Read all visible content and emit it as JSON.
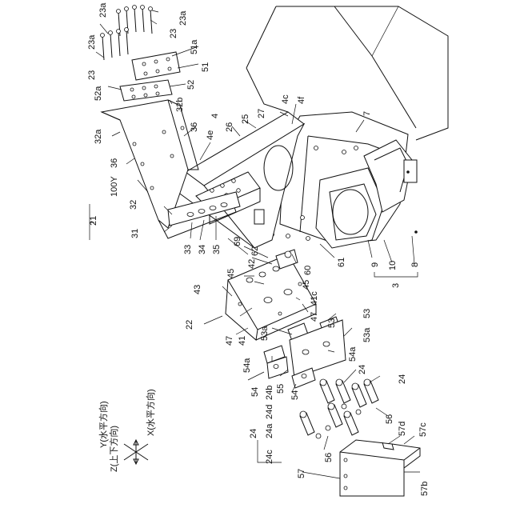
{
  "labels": {
    "l23a_top": "23a",
    "l23a_right": "23a",
    "l23_right": "23",
    "l23a_left": "23a",
    "l23_left": "23",
    "l51a": "51a",
    "l51": "51",
    "l52a": "52a",
    "l52": "52",
    "l32b": "32b",
    "l32a": "32a",
    "l36a": "36",
    "l36b": "36",
    "l100Y": "100Y",
    "l4e": "4e",
    "l26": "26",
    "l25": "25",
    "l4": "4",
    "l27": "27",
    "l4c": "4c",
    "l4f": "4f",
    "l7": "7",
    "l21": "21",
    "l32": "32",
    "l31": "31",
    "l33": "33",
    "l34": "34",
    "l35": "35",
    "l69": "69",
    "l62": "62",
    "l42": "42",
    "l60": "60",
    "l61": "61",
    "l9": "9",
    "l10": "10",
    "l8": "8",
    "l3": "3",
    "l45a": "45",
    "l45b": "45",
    "l43": "43",
    "l41c": "41c",
    "l22": "22",
    "l47a": "47",
    "l47b": "47",
    "l41": "41",
    "l53a": "53",
    "l53b": "53",
    "l53a_a": "53a",
    "l53a_b": "53a",
    "l54a_a": "54a",
    "l54a_b": "54a",
    "l55": "55",
    "l54_a": "54",
    "l54_b": "54",
    "l24_a": "24",
    "l24_b": "24",
    "l24_c": "24",
    "l56_a": "56",
    "l56_b": "56",
    "l24c": "24c",
    "l24a": "24a",
    "l24d": "24d",
    "l24b": "24b",
    "l57": "57",
    "l57b": "57b",
    "l57c": "57c",
    "l57d": "57d"
  },
  "axes": {
    "z": "Z(上下方向)",
    "y": "Y(水平方向)",
    "x": "X(水平方向)"
  }
}
